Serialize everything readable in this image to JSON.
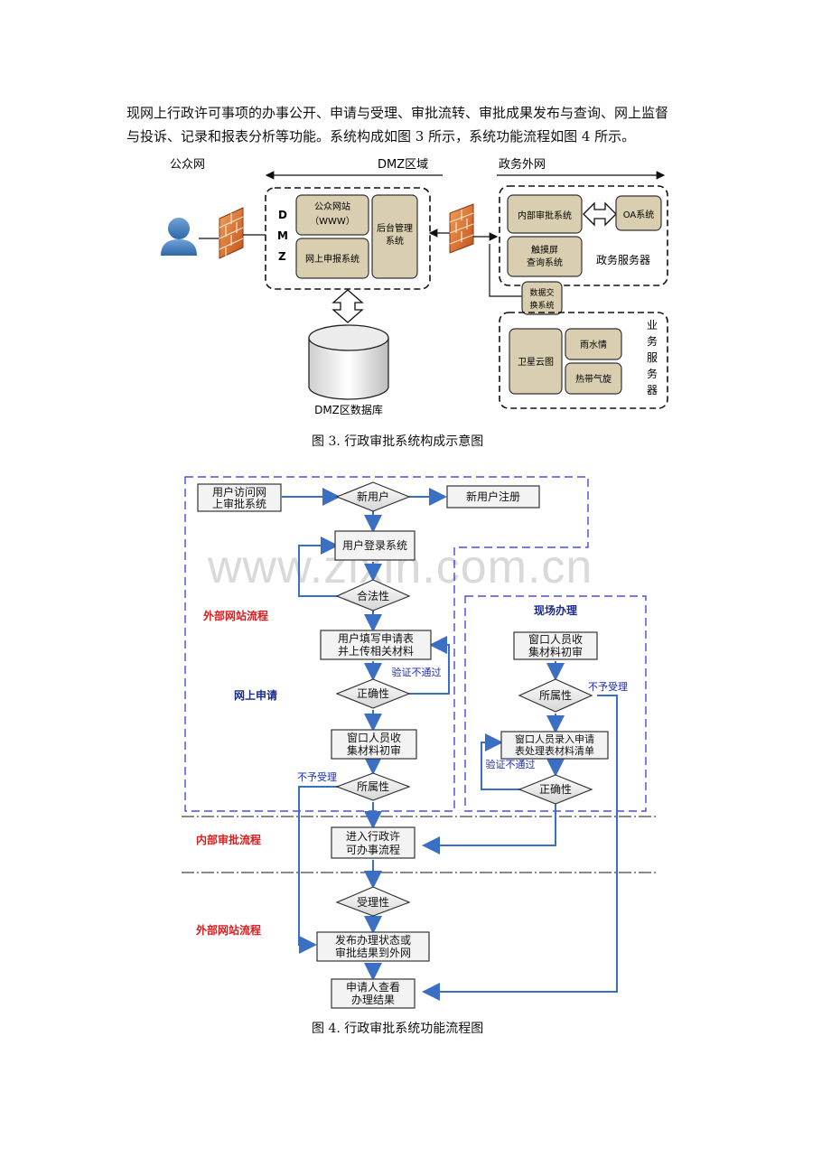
{
  "paragraph": {
    "line1": "现网上行政许可事项的办事公开、申请与受理、审批流转、审批成果发布与查询、网上监督",
    "line2": "与投诉、记录和报表分析等功能。系统构成如图 3 所示，系统功能流程如图 4 所示。"
  },
  "figure3": {
    "caption": "图 3.    行政审批系统构成示意图",
    "label_public_net": "公众网",
    "label_dmz_zone": "DMZ区域",
    "label_gov_net": "政务外网",
    "dmz_letters": [
      "D",
      "M",
      "Z"
    ],
    "box_public_site_1": "公众网站",
    "box_public_site_2": "（WWW）",
    "box_online_report": "网上申报系统",
    "box_backend_1": "后台管理",
    "box_backend_2": "系统",
    "db_label": "DMZ区数据库",
    "box_internal_approval": "内部审批系统",
    "box_oa": "OA系统",
    "box_touch_1": "触摸屏",
    "box_touch_2": "查询系统",
    "gov_server_label": "政务服务器",
    "box_data_exchange_1": "数据交",
    "box_data_exchange_2": "换系统",
    "box_satellite": "卫星云图",
    "box_rain": "雨水情",
    "box_cyclone": "热带气旋",
    "biz_server_chars": [
      "业",
      "务",
      "服",
      "务",
      "器"
    ]
  },
  "figure4": {
    "caption": "图 4.    行政审批系统功能流程图",
    "watermark": "www.zixin.com.cn",
    "lane_external_1": "外部网站流程",
    "lane_online_apply": "网上申请",
    "lane_internal": "内部审批流程",
    "lane_external_2": "外部网站流程",
    "onsite_title": "现场办理",
    "n_user_visit_1": "用户访问网",
    "n_user_visit_2": "上审批系统",
    "d_new_user": "新用户",
    "n_new_user_register": "新用户注册",
    "n_login": "用户登录系统",
    "d_legal": "合法性",
    "n_fill_1": "用户填写申请表",
    "n_fill_2": "并上传相关材料",
    "l_verify_fail": "验证不通过",
    "d_correct": "正确性",
    "n_window_1": "窗口人员收",
    "n_window_2": "集材料初审",
    "d_belong": "所属性",
    "l_reject": "不予受理",
    "n_enter_1": "进入行政许",
    "n_enter_2": "可办事流程",
    "d_accept": "受理性",
    "n_publish_1": "发布办理状态或",
    "n_publish_2": "审批结果到外网",
    "n_view_1": "申请人查看",
    "n_view_2": "办理结果",
    "o_window_1": "窗口人员收",
    "o_window_2": "集材料初审",
    "o_belong": "所属性",
    "o_reject": "不予受理",
    "o_enter_1": "窗口人员录入申请",
    "o_enter_2": "表处理表材料清单",
    "o_verify_fail": "验证不通过",
    "o_correct": "正确性"
  }
}
